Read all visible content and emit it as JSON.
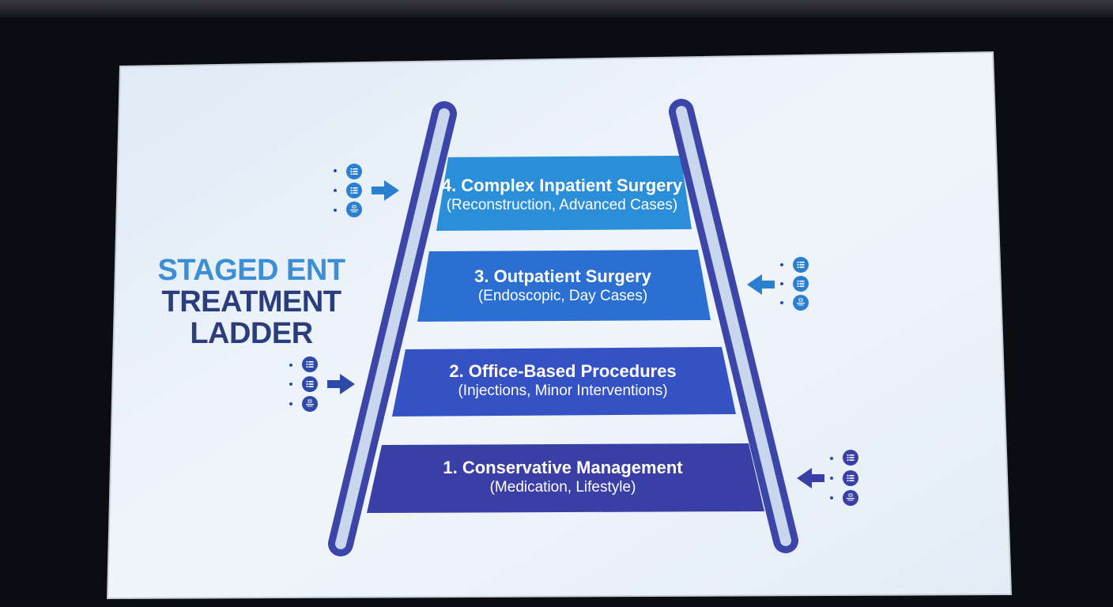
{
  "slide": {
    "title_line1": "STAGED ENT",
    "title_line2": "TREATMENT",
    "title_line3": "LADDER"
  },
  "rungs": [
    {
      "label": "4. Complex Inpatient Surgery",
      "detail": "(Reconstruction, Advanced Cases)",
      "color": "#2a8ed8"
    },
    {
      "label": "3. Outpatient Surgery",
      "detail": "(Endoscopic, Day Cases)",
      "color": "#2c6fd2"
    },
    {
      "label": "2. Office-Based Procedures",
      "detail": "(Injections, Minor Interventions)",
      "color": "#3552c4"
    },
    {
      "label": "1. Conservative Management",
      "detail": "(Medication, Lifestyle)",
      "color": "#3a3fa5"
    }
  ],
  "colors": {
    "rail_outline": "#3b46a8",
    "rail_inner": "#c9d7ee",
    "screen_bg": "#edf3fa",
    "icon_blue": "#2b7fd0",
    "icon_navy": "#2e4aa8"
  },
  "icons": [
    "list-icon",
    "list-icon",
    "document-icon",
    "arrow-right-icon",
    "arrow-left-icon"
  ]
}
